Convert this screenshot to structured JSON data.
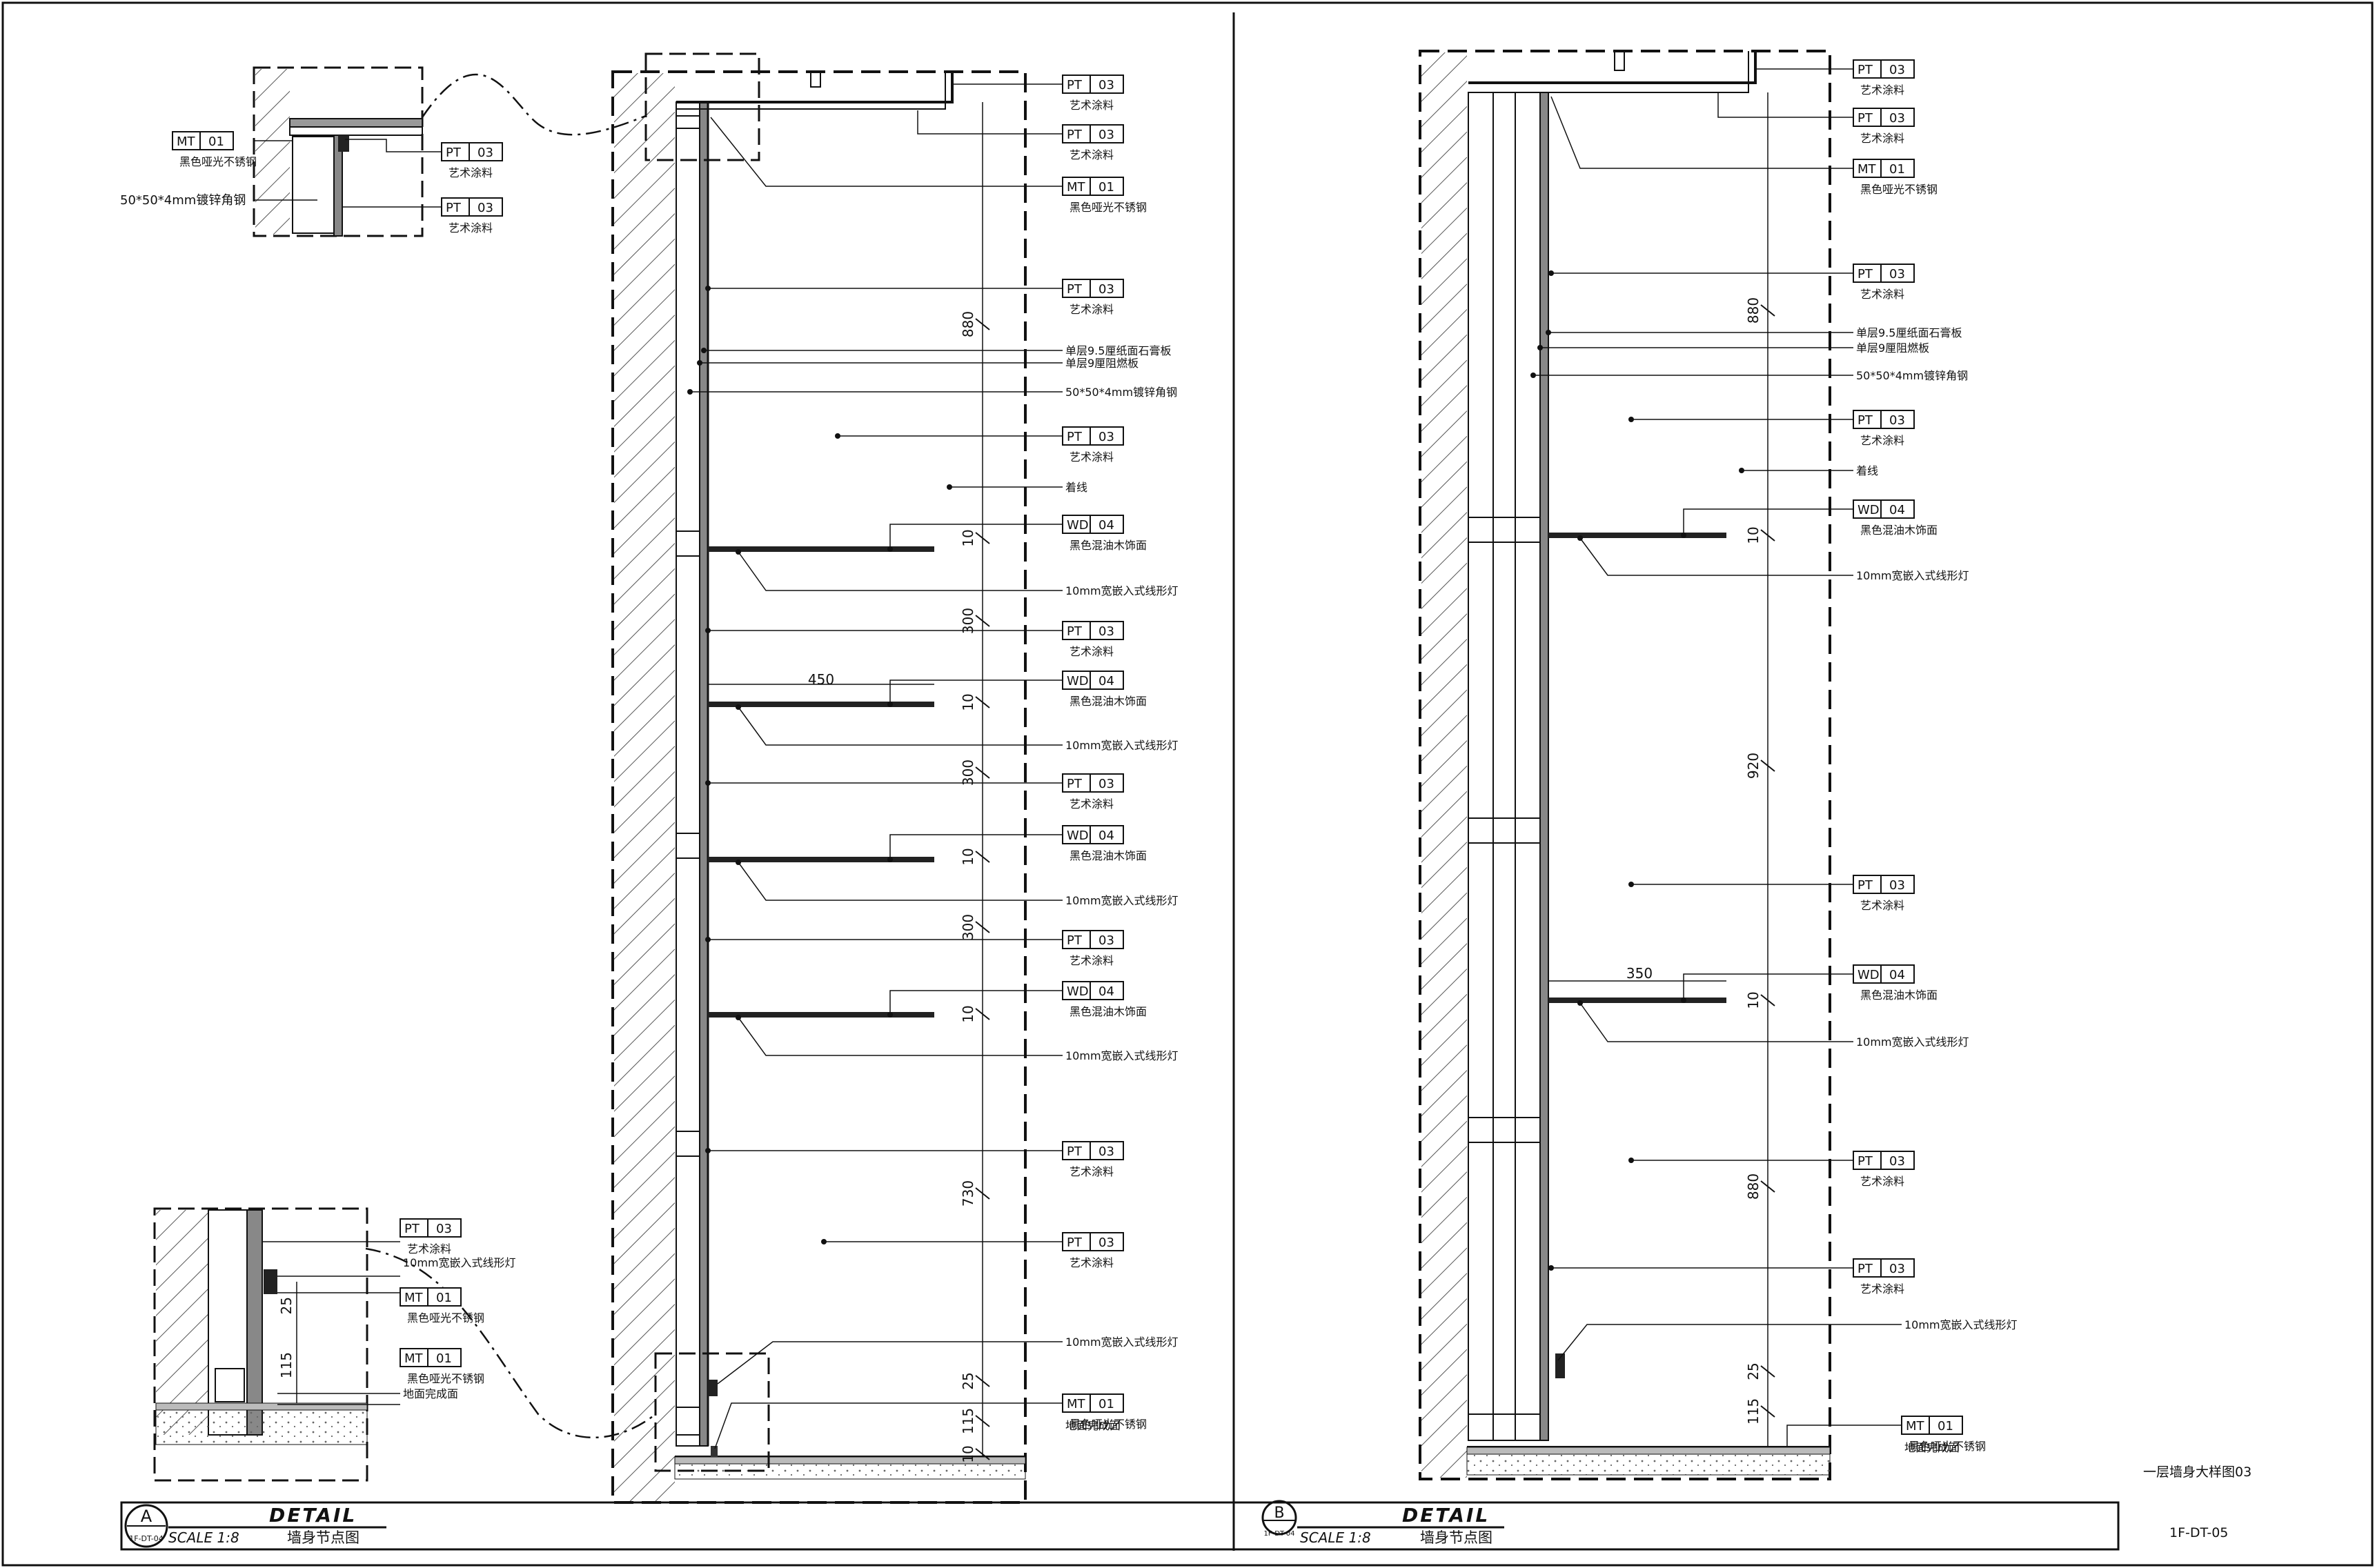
{
  "sheet": {
    "title": "一层墙身大样图03",
    "sheet_no": "1F-DT-05",
    "colors": {
      "line": "#111111",
      "hatch": "#555555",
      "paper": "#ffffff"
    }
  },
  "titles": [
    {
      "circle": "A",
      "ref": "1F-DT-04",
      "word": "DETAIL",
      "scale": "SCALE 1:8",
      "name": "墙身节点图"
    },
    {
      "circle": "B",
      "ref": "1F-DT-04",
      "word": "DETAIL",
      "scale": "SCALE 1:8",
      "name": "墙身节点图"
    }
  ],
  "section_a": {
    "tags": [
      {
        "code": "PT",
        "num": "03",
        "desc": "艺术涂料"
      },
      {
        "code": "PT",
        "num": "03",
        "desc": "艺术涂料"
      },
      {
        "code": "MT",
        "num": "01",
        "desc": "黑色哑光不锈钢"
      },
      {
        "code": "PT",
        "num": "03",
        "desc": "艺术涂料"
      },
      {
        "code": "",
        "num": "",
        "desc": "单层9.5厘纸面石膏板"
      },
      {
        "code": "",
        "num": "",
        "desc": "单层9厘阻燃板"
      },
      {
        "code": "",
        "num": "",
        "desc": "50*50*4mm镀锌角钢"
      },
      {
        "code": "PT",
        "num": "03",
        "desc": "艺术涂料"
      },
      {
        "code": "",
        "num": "",
        "desc": "着线"
      },
      {
        "code": "WD",
        "num": "04",
        "desc": "黑色混油木饰面"
      },
      {
        "code": "",
        "num": "",
        "desc": "10mm宽嵌入式线形灯"
      },
      {
        "code": "PT",
        "num": "03",
        "desc": "艺术涂料"
      },
      {
        "code": "WD",
        "num": "04",
        "desc": "黑色混油木饰面"
      },
      {
        "code": "",
        "num": "",
        "desc": "10mm宽嵌入式线形灯"
      },
      {
        "code": "PT",
        "num": "03",
        "desc": "艺术涂料"
      },
      {
        "code": "WD",
        "num": "04",
        "desc": "黑色混油木饰面"
      },
      {
        "code": "",
        "num": "",
        "desc": "10mm宽嵌入式线形灯"
      },
      {
        "code": "PT",
        "num": "03",
        "desc": "艺术涂料"
      },
      {
        "code": "WD",
        "num": "04",
        "desc": "黑色混油木饰面"
      },
      {
        "code": "",
        "num": "",
        "desc": "10mm宽嵌入式线形灯"
      },
      {
        "code": "PT",
        "num": "03",
        "desc": "艺术涂料"
      },
      {
        "code": "PT",
        "num": "03",
        "desc": "艺术涂料"
      },
      {
        "code": "",
        "num": "",
        "desc": "10mm宽嵌入式线形灯"
      },
      {
        "code": "MT",
        "num": "01",
        "desc": "黑色哑光不锈钢"
      },
      {
        "code": "",
        "num": "",
        "desc": "地面完成面"
      }
    ],
    "dims": [
      "880",
      "10",
      "300",
      "10",
      "300",
      "10",
      "300",
      "10",
      "730",
      "25",
      "115",
      "10"
    ],
    "shelf_depth": "450"
  },
  "detail_top": {
    "tags": [
      {
        "code": "MT",
        "num": "01",
        "desc": "黑色哑光不锈钢"
      },
      {
        "code": "PT",
        "num": "03",
        "desc": "艺术涂料"
      },
      {
        "code": "PT",
        "num": "03",
        "desc": "艺术涂料"
      }
    ],
    "angle": "50*50*4mm镀锌角钢"
  },
  "detail_bottom": {
    "tags": [
      {
        "code": "PT",
        "num": "03",
        "desc": "艺术涂料"
      },
      {
        "code": "",
        "num": "",
        "desc": "10mm宽嵌入式线形灯"
      },
      {
        "code": "MT",
        "num": "01",
        "desc": "黑色哑光不锈钢"
      },
      {
        "code": "MT",
        "num": "01",
        "desc": "黑色哑光不锈钢"
      },
      {
        "code": "",
        "num": "",
        "desc": "地面完成面"
      }
    ],
    "dims": [
      "25",
      "115"
    ]
  },
  "section_b": {
    "tags": [
      {
        "code": "PT",
        "num": "03",
        "desc": "艺术涂料"
      },
      {
        "code": "PT",
        "num": "03",
        "desc": "艺术涂料"
      },
      {
        "code": "MT",
        "num": "01",
        "desc": "黑色哑光不锈钢"
      },
      {
        "code": "PT",
        "num": "03",
        "desc": "艺术涂料"
      },
      {
        "code": "",
        "num": "",
        "desc": "单层9.5厘纸面石膏板"
      },
      {
        "code": "",
        "num": "",
        "desc": "单层9厘阻燃板"
      },
      {
        "code": "",
        "num": "",
        "desc": "50*50*4mm镀锌角钢"
      },
      {
        "code": "PT",
        "num": "03",
        "desc": "艺术涂料"
      },
      {
        "code": "",
        "num": "",
        "desc": "着线"
      },
      {
        "code": "WD",
        "num": "04",
        "desc": "黑色混油木饰面"
      },
      {
        "code": "",
        "num": "",
        "desc": "10mm宽嵌入式线形灯"
      },
      {
        "code": "PT",
        "num": "03",
        "desc": "艺术涂料"
      },
      {
        "code": "WD",
        "num": "04",
        "desc": "黑色混油木饰面"
      },
      {
        "code": "",
        "num": "",
        "desc": "10mm宽嵌入式线形灯"
      },
      {
        "code": "PT",
        "num": "03",
        "desc": "艺术涂料"
      },
      {
        "code": "PT",
        "num": "03",
        "desc": "艺术涂料"
      },
      {
        "code": "",
        "num": "",
        "desc": "10mm宽嵌入式线形灯"
      },
      {
        "code": "MT",
        "num": "01",
        "desc": "黑色哑光不锈钢"
      },
      {
        "code": "",
        "num": "",
        "desc": "地面完成面"
      }
    ],
    "dims": [
      "880",
      "10",
      "920",
      "10",
      "880",
      "25",
      "115"
    ],
    "shelf_depth": "350"
  }
}
